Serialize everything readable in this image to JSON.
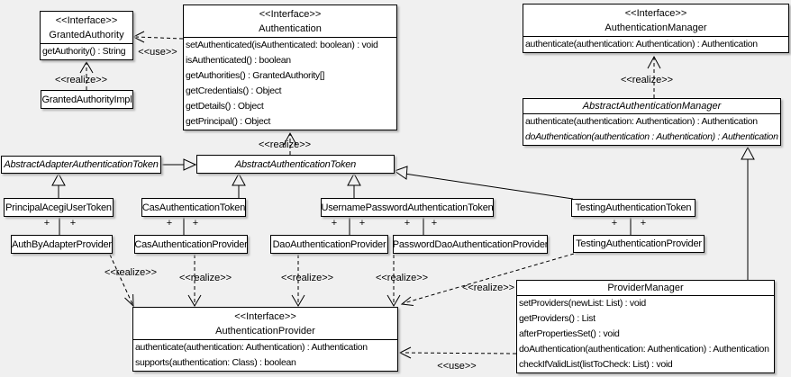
{
  "labels": {
    "use": "<<use>>",
    "realize": "<<realize>>",
    "plus": "+"
  },
  "colors": {
    "background": "#f0f0f0",
    "box_fill": "#ffffff",
    "line": "#000000",
    "shadow": "#b4b4b4"
  },
  "classes": {
    "granted_authority": {
      "stereotype": "<<Interface>>",
      "name": "GrantedAuthority",
      "methods": [
        "getAuthority() : String"
      ]
    },
    "granted_authority_impl": {
      "name": "GrantedAuthorityImpl"
    },
    "authentication": {
      "stereotype": "<<Interface>>",
      "name": "Authentication",
      "methods": [
        "setAuthenticated(isAuthenticated: boolean) : void",
        "isAuthenticated() : boolean",
        "getAuthorities() : GrantedAuthority[]",
        "getCredentials() : Object",
        "getDetails() : Object",
        "getPrincipal() : Object"
      ]
    },
    "authentication_manager": {
      "stereotype": "<<Interface>>",
      "name": "AuthenticationManager",
      "methods": [
        "authenticate(authentication: Authentication) : Authentication"
      ]
    },
    "abstract_authentication_manager": {
      "name": "AbstractAuthenticationManager",
      "methods": [
        "authenticate(authentication: Authentication) : Authentication",
        "doAuthentication(authentication : Authentication) : Authentication"
      ]
    },
    "abstract_adapter_authentication_token": {
      "name": "AbstractAdapterAuthenticationToken"
    },
    "abstract_authentication_token": {
      "name": "AbstractAuthenticationToken"
    },
    "principal_acegi_user_token": {
      "name": "PrincipalAcegiUserToken"
    },
    "cas_authentication_token": {
      "name": "CasAuthenticationToken"
    },
    "username_password_authentication_token": {
      "name": "UsernamePasswordAuthenticationToken"
    },
    "testing_authentication_token": {
      "name": "TestingAuthenticationToken"
    },
    "auth_by_adapter_provider": {
      "name": "AuthByAdapterProvider"
    },
    "cas_authentication_provider": {
      "name": "CasAuthenticationProvider"
    },
    "dao_authentication_provider": {
      "name": "DaoAuthenticationProvider"
    },
    "password_dao_authentication_provider": {
      "name": "PasswordDaoAuthenticationProvider"
    },
    "testing_authentication_provider": {
      "name": "TestingAuthenticationProvider"
    },
    "authentication_provider": {
      "stereotype": "<<Interface>>",
      "name": "AuthenticationProvider",
      "methods": [
        "authenticate(authentication: Authentication) : Authentication",
        "supports(authentication: Class) : boolean"
      ]
    },
    "provider_manager": {
      "name": "ProviderManager",
      "methods": [
        "setProviders(newList: List) : void",
        "getProviders() : List",
        "afterPropertiesSet() : void",
        "doAuthentication(authentication: Authentication) : Authentication",
        "checkIfValidList(listToCheck: List) : void"
      ]
    }
  }
}
